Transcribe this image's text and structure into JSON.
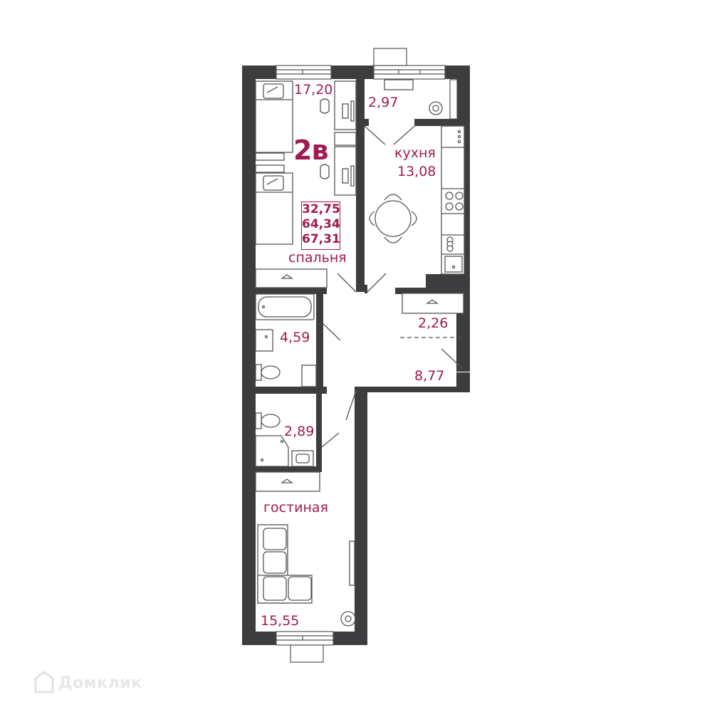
{
  "apartment": {
    "type_label": "2в",
    "areas": {
      "living": "32,75",
      "total": "64,34",
      "total_with_balcony": "67,31"
    }
  },
  "rooms": {
    "bedroom": {
      "name": "спальня",
      "area": "17,20"
    },
    "kitchen": {
      "name": "кухня",
      "area": "13,08"
    },
    "balcony": {
      "area": "2,97"
    },
    "storage": {
      "area": "2,26"
    },
    "hallway": {
      "area": "8,77"
    },
    "bathroom": {
      "area": "4,59"
    },
    "toilet": {
      "area": "2,89"
    },
    "living_room": {
      "name": "гостиная",
      "area": "15,55"
    }
  },
  "watermark": {
    "text": "Домклик",
    "icon": "house-logo-icon"
  },
  "colors": {
    "wall": "#3d3d3f",
    "accent": "#a01a52",
    "furniture_stroke": "#555555"
  }
}
